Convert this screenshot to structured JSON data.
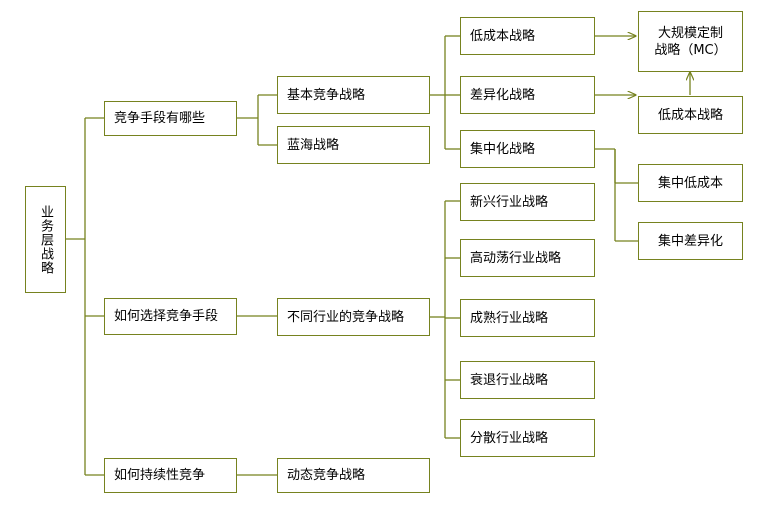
{
  "diagram": {
    "title": "业务层战略",
    "type": "tree-diagram",
    "colors": {
      "border": "#76821f",
      "connector": "#76821f",
      "background": "#ffffff",
      "text": "#000000"
    },
    "root": {
      "id": "root",
      "label": "业务层战略",
      "orientation": "vertical"
    },
    "nodes": {
      "competition_means": "竞争手段有哪些",
      "basic_competition_strategy": "基本竞争战略",
      "blue_ocean_strategy": "蓝海战略",
      "low_cost_strategy": "低成本战略",
      "differentiation_strategy": "差异化战略",
      "focus_strategy": "集中化战略",
      "mass_customization": "大规模定制\n战略（MC）",
      "low_cost_strategy_2": "低成本战略",
      "focus_low_cost": "集中低成本",
      "focus_differentiation": "集中差异化",
      "how_to_choose": "如何选择竞争手段",
      "industry_strategies": "不同行业的竞争战略",
      "emerging_industry": "新兴行业战略",
      "turbulent_industry": "高动荡行业战略",
      "mature_industry": "成熟行业战略",
      "declining_industry": "衰退行业战略",
      "fragmented_industry": "分散行业战略",
      "how_to_sustain": "如何持续性竞争",
      "dynamic_competition": "动态竞争战略"
    }
  }
}
